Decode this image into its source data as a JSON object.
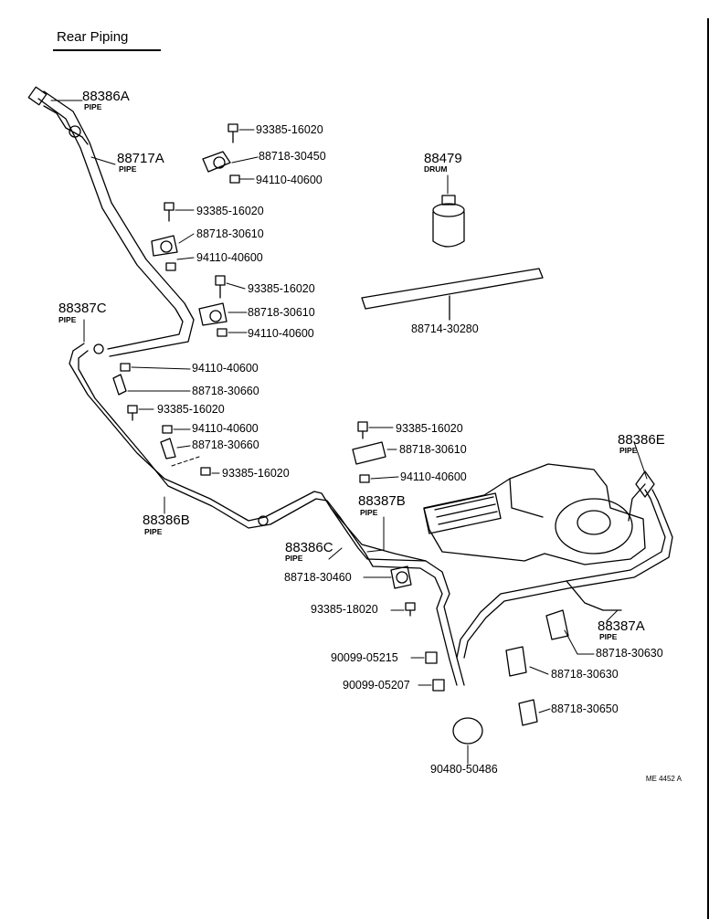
{
  "title": "Rear Piping",
  "drawing_code": "ME 4452 A",
  "labels": {
    "p88386A": "88386A",
    "p88717A": "88717A",
    "p88387C": "88387C",
    "p88386B": "88386B",
    "p88386C": "88386C",
    "p88387B": "88387B",
    "p88386E": "88386E",
    "p88387A": "88387A",
    "p88479": "88479",
    "pipe": "PIPE",
    "drum": "DRUM",
    "b1": "93385-16020",
    "c1": "88718-30450",
    "n1": "94110-40600",
    "b2": "93385-16020",
    "c2": "88718-30610",
    "n2": "94110-40600",
    "b3": "93385-16020",
    "c3": "88718-30610",
    "n3": "94110-40600",
    "strip": "88714-30280",
    "n4": "94110-40600",
    "c4": "88718-30660",
    "b4": "93385-16020",
    "n5": "94110-40600",
    "c5": "88718-30660",
    "b5": "93385-16020",
    "b6": "93385-16020",
    "c6": "88718-30610",
    "n6": "94110-40600",
    "c7": "88718-30460",
    "b7": "93385-18020",
    "s1": "90099-05215",
    "s2": "90099-05207",
    "c8": "88718-30630",
    "c9": "88718-30630",
    "c10": "88718-30650",
    "cap": "90480-50486"
  }
}
